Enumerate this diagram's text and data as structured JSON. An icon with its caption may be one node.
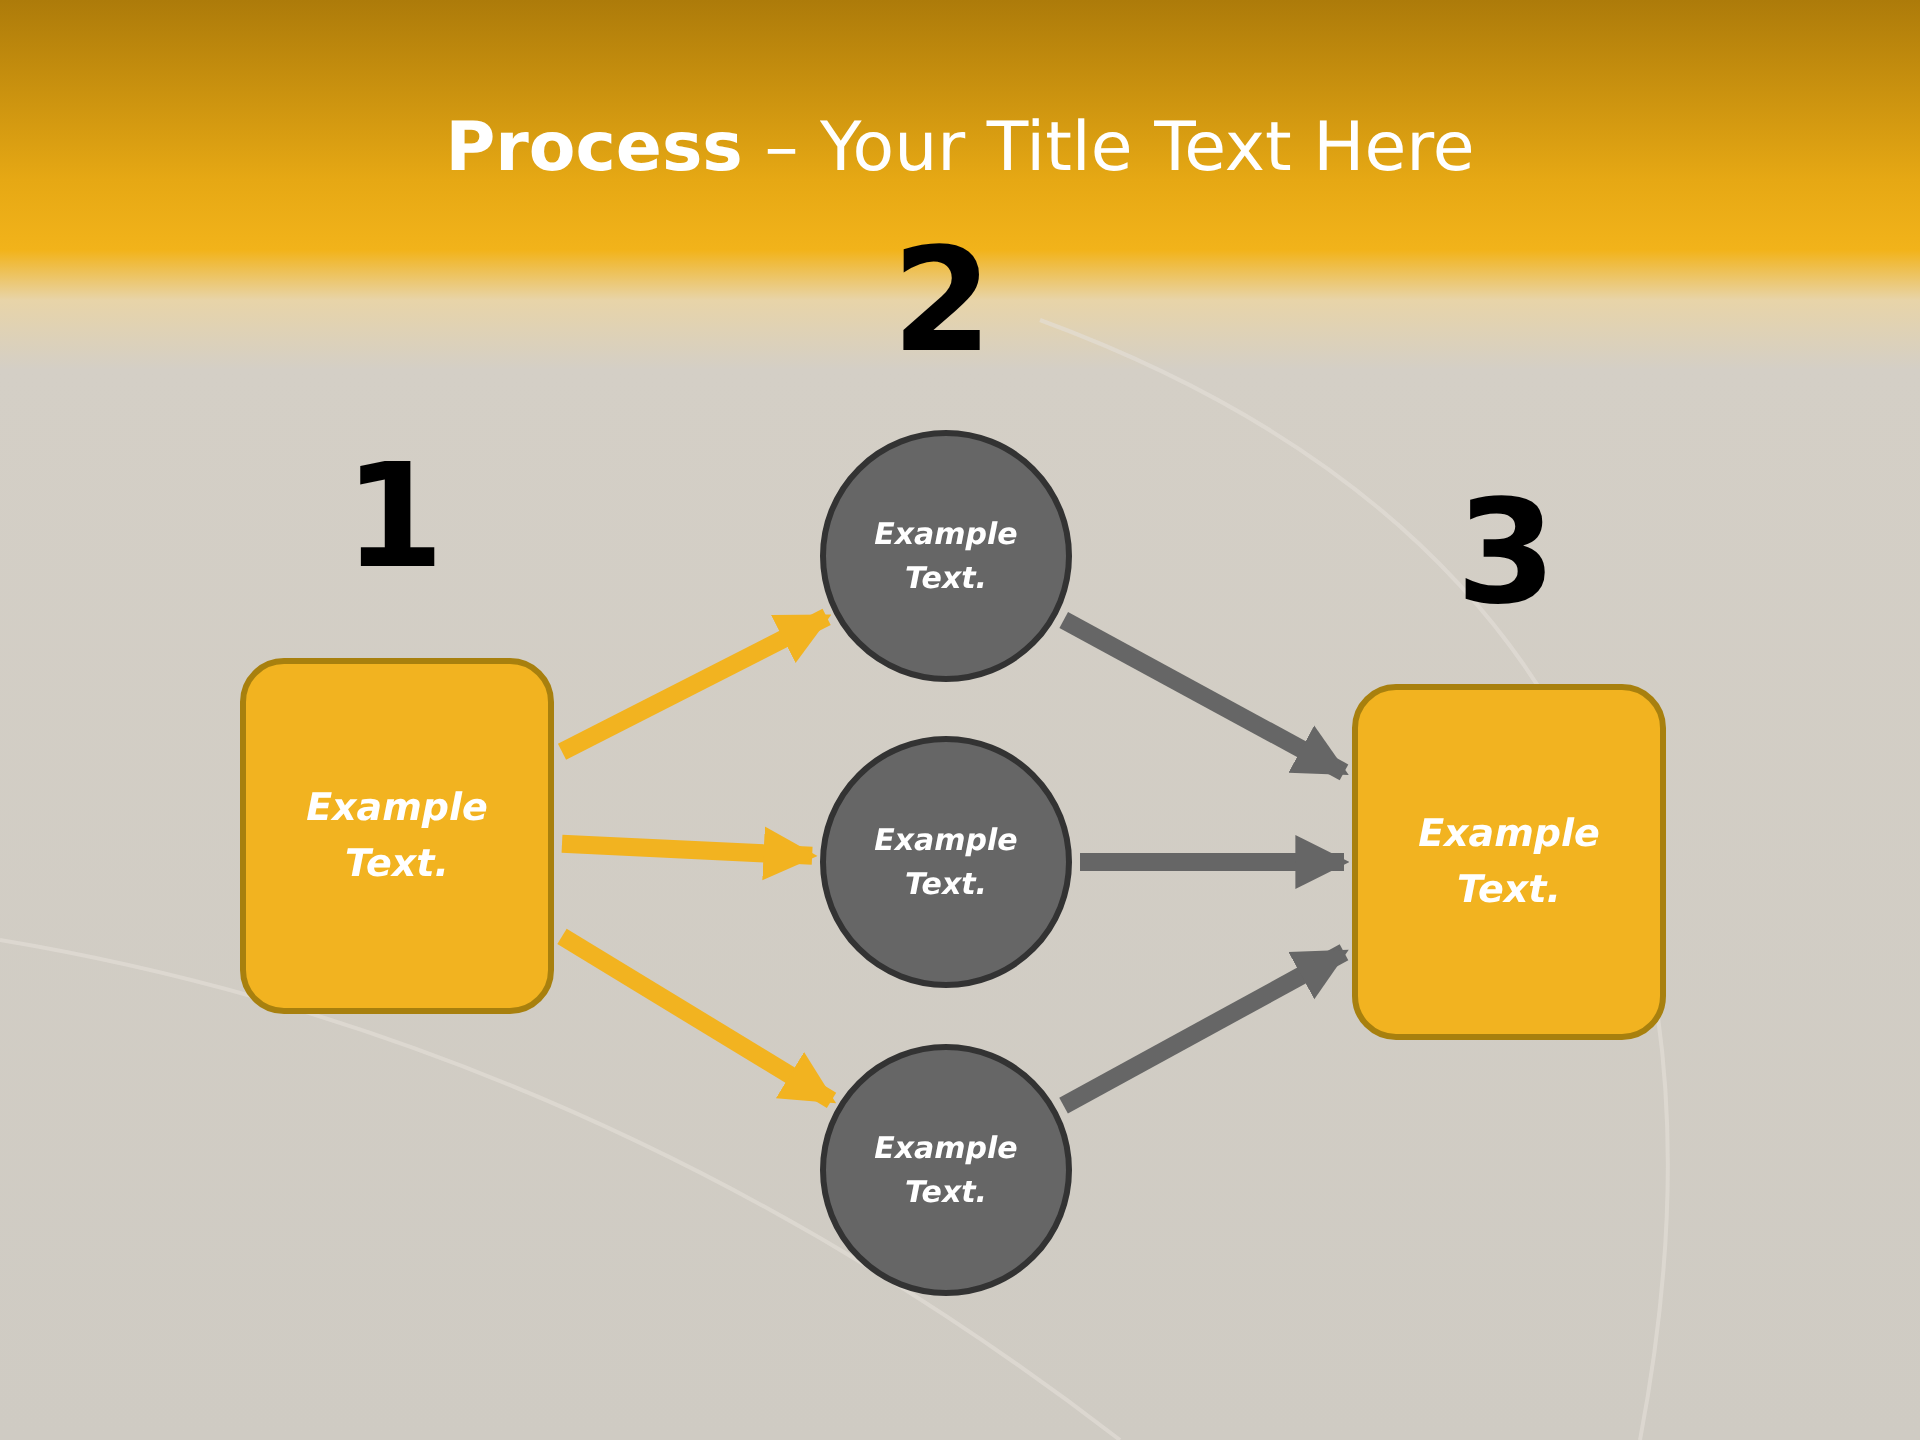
{
  "diagram": {
    "title": "**Process** – Your Title Text Here",
    "nodes": [
      {
        "text": [
          "Example Text."
        ]
      },
      {
        "text": [
          "Example Text."
        ]
      },
      {
        "text": [
          "Example Text."
        ]
      },
      {
        "text": [
          "Example Text."
        ]
      },
      {
        "text": [
          "Example Text."
        ]
      }
    ],
    "edges": [
      {
        "from": 0,
        "to": 1,
        "arrow": "to",
        "color": "#f2b320"
      },
      {
        "from": 0,
        "to": 2,
        "arrow": "to",
        "color": "#f2b320"
      },
      {
        "from": 0,
        "to": 3,
        "arrow": "to",
        "color": "#f2b320"
      },
      {
        "from": 1,
        "to": 4,
        "arrow": "to",
        "color": "#666666"
      },
      {
        "from": 2,
        "to": 4,
        "arrow": "to",
        "color": "#666666"
      },
      {
        "from": 3,
        "to": 4,
        "arrow": "to",
        "color": "#666666"
      }
    ],
    "labels": [
      "1",
      "2",
      "3"
    ]
  }
}
